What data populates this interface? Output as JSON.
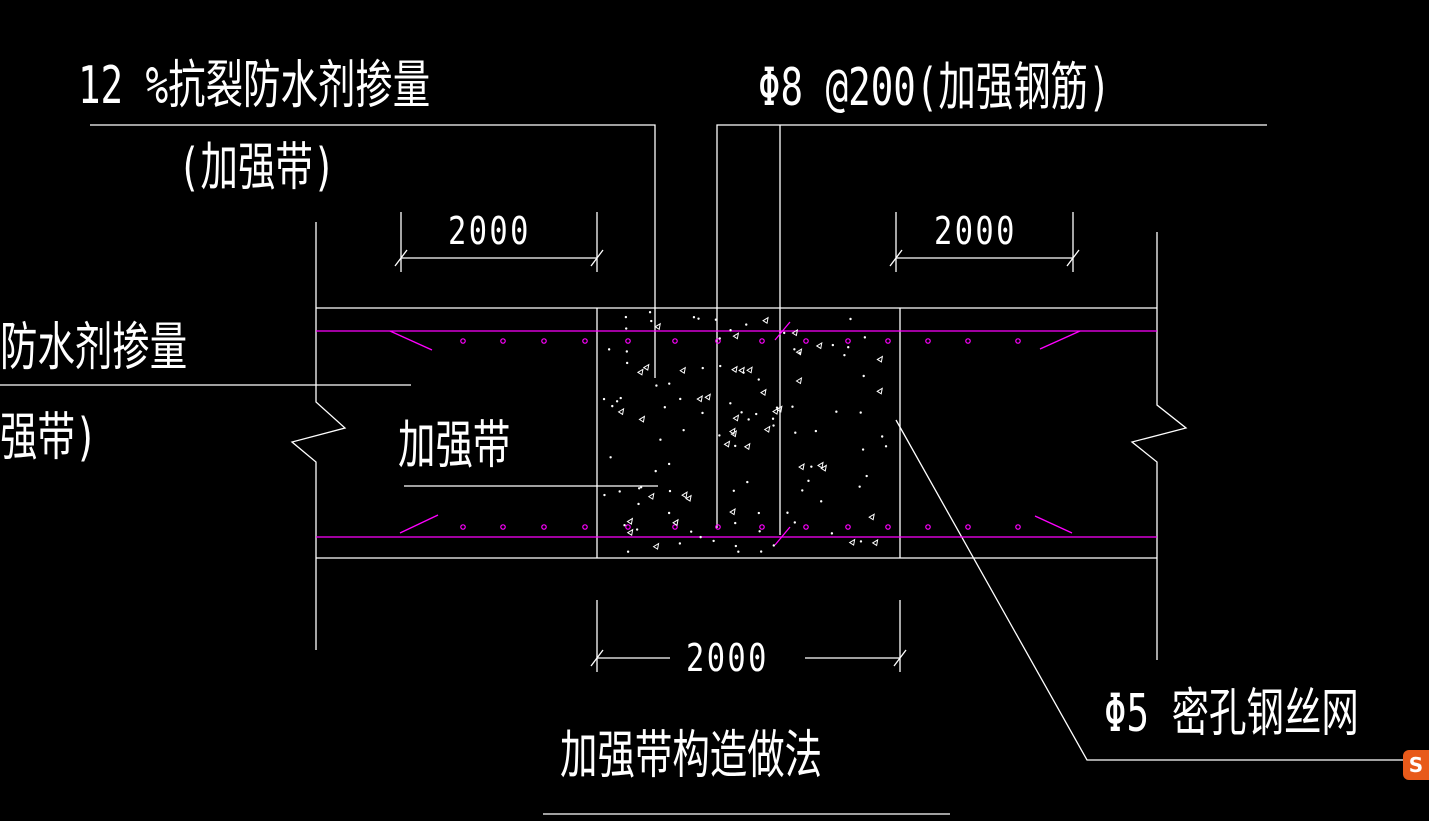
{
  "labels": {
    "top_left_note": "12 %抗裂防水剂掺量",
    "top_left_note_sub": "(加强带)",
    "top_right_note": "Φ8 @200(加强钢筋)",
    "left_note": "防水剂掺量",
    "left_note_sub": "强带)",
    "band_label": "加强带",
    "dim_left": "2000",
    "dim_right": "2000",
    "dim_bottom": "2000",
    "mesh_note": "Φ5 密孔钢丝网",
    "title": "加强带构造做法"
  },
  "colors": {
    "background": "#000000",
    "line": "#ffffff",
    "rebar": "#ff00ff",
    "badge": "#e85a1a"
  },
  "icons": {
    "badge": "sogou-logo-icon"
  },
  "badge_text": "S"
}
